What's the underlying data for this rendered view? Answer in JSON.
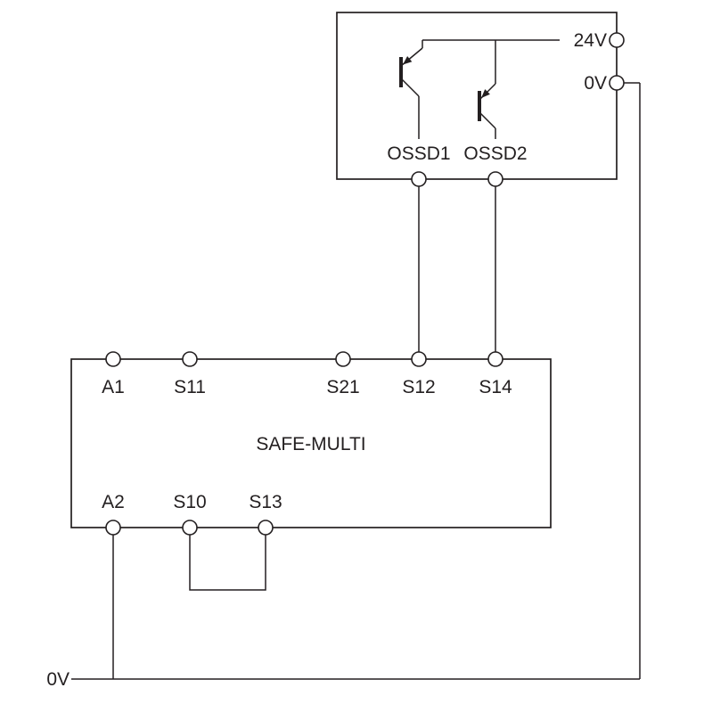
{
  "sensor": {
    "terminal_24v": "24V",
    "terminal_0v": "0V",
    "ossd1": "OSSD1",
    "ossd2": "OSSD2"
  },
  "relay": {
    "title": "SAFE-MULTI",
    "top_terminals": [
      "A1",
      "S11",
      "S21",
      "S12",
      "S14"
    ],
    "bottom_terminals": [
      "A2",
      "S10",
      "S13"
    ]
  },
  "rail": {
    "label": "0V"
  },
  "colors": {
    "line": "#231f20",
    "background": "#ffffff"
  }
}
